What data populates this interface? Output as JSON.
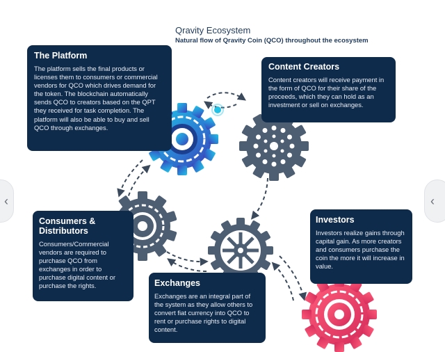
{
  "header": {
    "title": "Qravity Ecosystem",
    "subtitle": "Natural flow of Qravity Coin (QCO) throughout the ecosystem"
  },
  "cards": {
    "platform": {
      "title": "The Platform",
      "text": "The platform sells the final products or licenses them to consumers or commercial vendors for QCO which drives demand for the token. The blockchain automatically sends QCO to creators based on the QPT they received for task completion. The platform will also be able to buy and sell QCO through exchanges."
    },
    "creators": {
      "title": "Content Creators",
      "text": "Content creators will receive payment in the form of QCO for their share of the proceeds, which they can hold as an investment or sell on exchanges."
    },
    "consumers": {
      "title": "Consumers & Distributors",
      "text": "Consumers/Commercial vendors are required to purchase QCO from exchanges in order to purchase digital content or purchase the rights."
    },
    "exchanges": {
      "title": "Exchanges",
      "text": "Exchanges are an integral part of the system as they allow others to convert fiat currency into QCO to rent or purchase rights to digital content."
    },
    "investors": {
      "title": "Investors",
      "text": "Investors realize gains through capital gain. As more creators and consumers purchase the coin the more it will increase in value."
    }
  },
  "navigation": {
    "prev_icon": "chevron-left-icon",
    "next_icon": "chevron-left-icon",
    "prev_glyph": "‹",
    "next_glyph": "‹"
  },
  "colors": {
    "card_bg": "#0f2b4b",
    "gear_gray": "#4d5e72",
    "gear_blue": "#2b7fd4",
    "gear_cyan": "#22c1e6",
    "gear_pink": "#ef3f6f",
    "arrow": "#3a4a5c"
  }
}
